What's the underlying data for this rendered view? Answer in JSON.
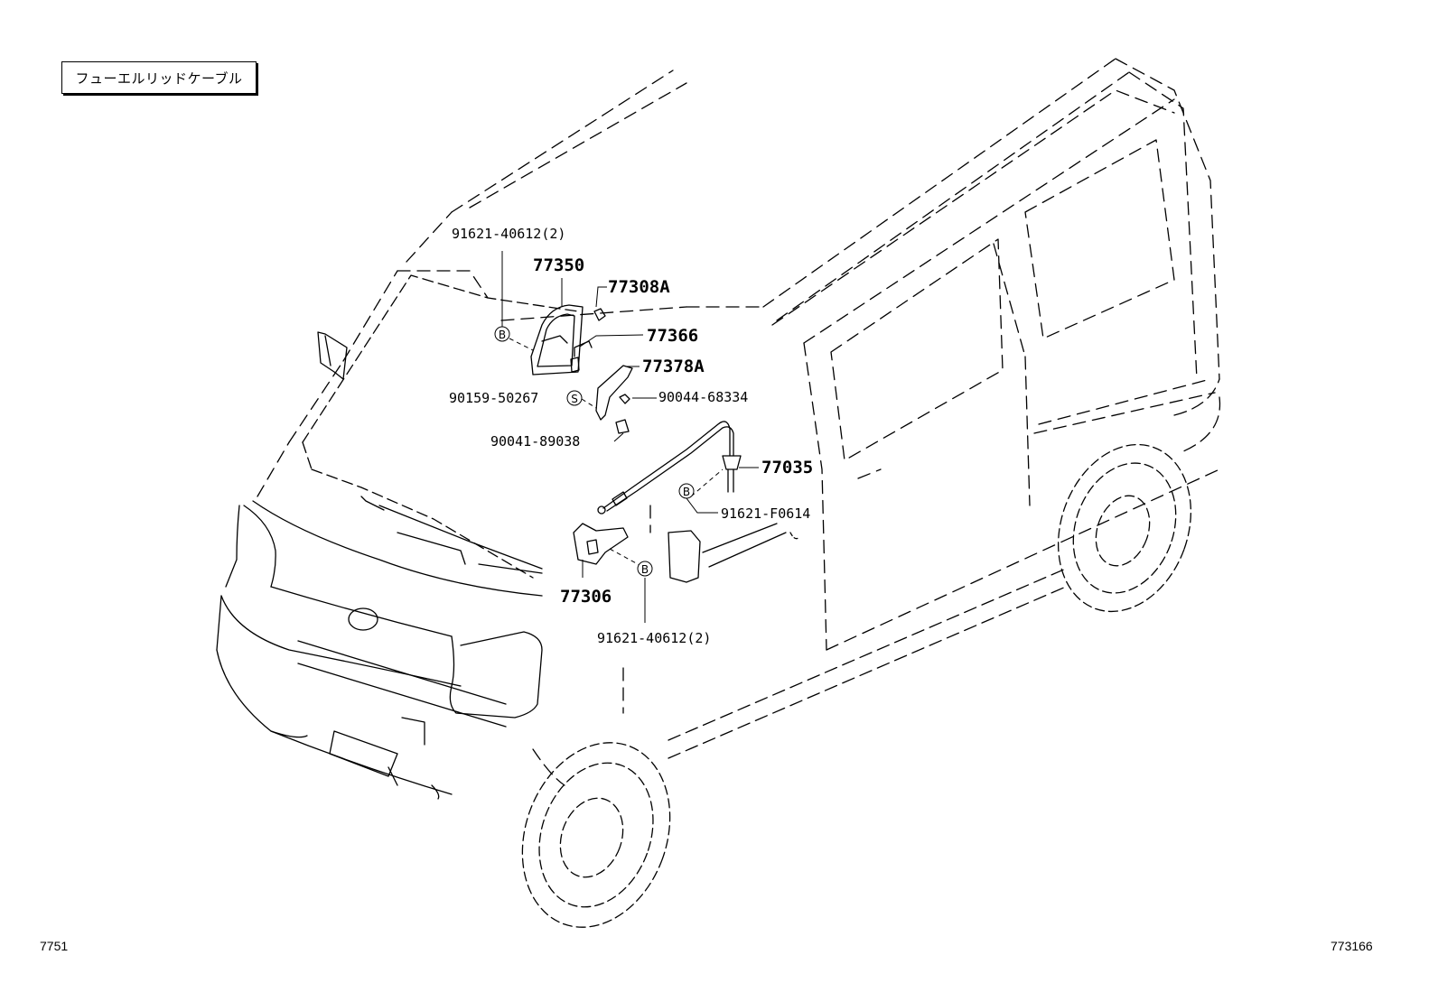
{
  "title": "フューエルリッドケーブル",
  "footer": {
    "left": "7751",
    "right": "773166"
  },
  "parts": {
    "p91621_40612_top": "91621-40612(2)",
    "p77350": "77350",
    "p77308A": "77308A",
    "p77366": "77366",
    "p77378A": "77378A",
    "p90159_50267": "90159-50267",
    "p90044_68334": "90044-68334",
    "p90041_89038": "90041-89038",
    "p77035": "77035",
    "p91621_F0614": "91621-F0614",
    "p77306": "77306",
    "p91621_40612_bottom": "91621-40612(2)"
  },
  "markers": {
    "bolt": "B",
    "screw": "S"
  }
}
